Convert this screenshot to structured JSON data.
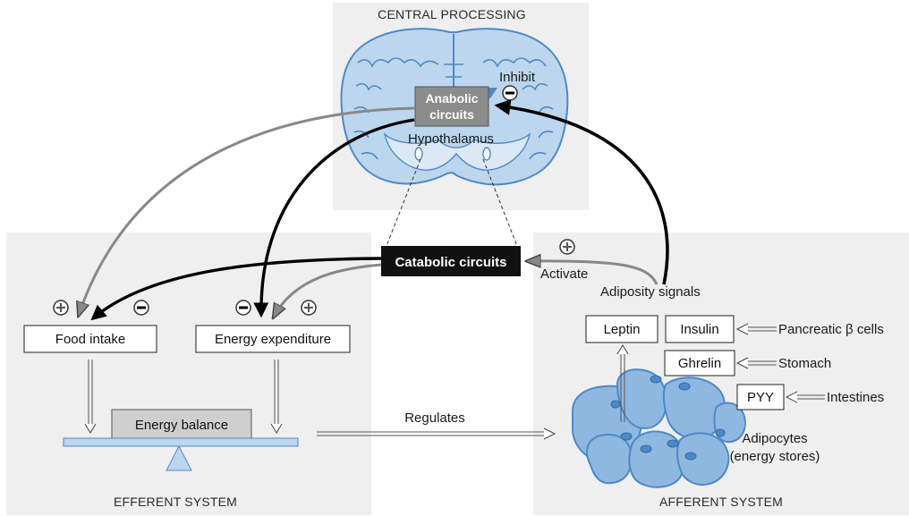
{
  "panels": {
    "central": "CENTRAL PROCESSING",
    "efferent": "EFFERENT SYSTEM",
    "afferent": "AFFERENT SYSTEM"
  },
  "brain": {
    "anabolic_line1": "Anabolic",
    "anabolic_line2": "circuits",
    "hypothalamus": "Hypothalamus",
    "inhibit": "Inhibit"
  },
  "catabolic": "Catabolic circuits",
  "activate": "Activate",
  "adiposity_signals": "Adiposity signals",
  "efferent": {
    "food_intake": "Food intake",
    "energy_expenditure": "Energy expenditure",
    "energy_balance": "Energy balance"
  },
  "regulates": "Regulates",
  "signals": {
    "leptin": "Leptin",
    "insulin": "Insulin",
    "ghrelin": "Ghrelin",
    "pyy": "PYY"
  },
  "sources": {
    "pancreatic": "Pancreatic β cells",
    "stomach": "Stomach",
    "intestines": "Intestines"
  },
  "adipocytes_line1": "Adipocytes",
  "adipocytes_line2": "(energy stores)",
  "signs": {
    "plus": "+",
    "minus": "−"
  },
  "colors": {
    "panel_bg": "#efefef",
    "brain_fill": "#bcd6ee",
    "brain_stroke": "#4f88c6",
    "brain_inner": "#dbe8f5",
    "anabolic_box": "#8c8c8c",
    "catabolic_box": "#111111",
    "energy_balance_box": "#cfcfcf",
    "beam": "#bcd6ee",
    "cell_fill": "#8fb8e0",
    "nucleus": "#4f88c6"
  }
}
